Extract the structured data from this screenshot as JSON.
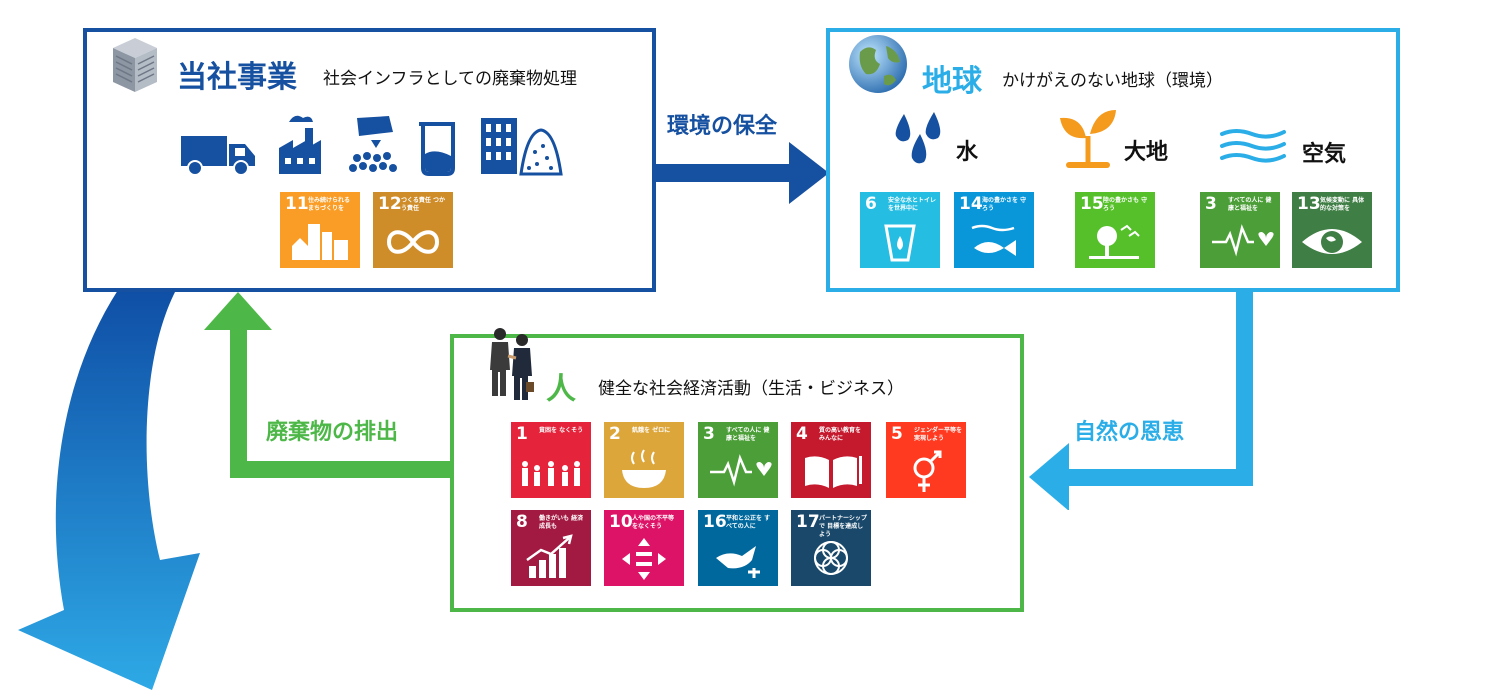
{
  "company": {
    "title": "当社事業",
    "subtitle": "社会インフラとしての廃棄物処理",
    "sdgs": [
      {
        "num": "11",
        "label": "住み続けられる まちづくりを",
        "color": "#F99D26"
      },
      {
        "num": "12",
        "label": "つくる責任 つかう責任",
        "color": "#CF8D2A"
      }
    ]
  },
  "earth": {
    "title": "地球",
    "subtitle": "かけがえのない地球（環境）",
    "categories": {
      "water": "水",
      "land": "大地",
      "air": "空気"
    },
    "sdgs": [
      {
        "num": "6",
        "label": "安全な水とトイレ を世界中に",
        "color": "#26BDE2"
      },
      {
        "num": "14",
        "label": "海の豊かさを 守ろう",
        "color": "#0A97D9"
      },
      {
        "num": "15",
        "label": "陸の豊かさも 守ろう",
        "color": "#56C02B"
      },
      {
        "num": "3",
        "label": "すべての人に 健康と福祉を",
        "color": "#4C9F38"
      },
      {
        "num": "13",
        "label": "気候変動に 具体的な対策を",
        "color": "#3F7E44"
      }
    ]
  },
  "people": {
    "title": "人",
    "subtitle": "健全な社会経済活動（生活・ビジネス）",
    "sdgs": [
      {
        "num": "1",
        "label": "貧困を なくそう",
        "color": "#E5243B"
      },
      {
        "num": "2",
        "label": "飢餓を ゼロに",
        "color": "#DDA63A"
      },
      {
        "num": "3",
        "label": "すべての人に 健康と福祉を",
        "color": "#4C9F38"
      },
      {
        "num": "4",
        "label": "質の高い教育を みんなに",
        "color": "#C5192D"
      },
      {
        "num": "5",
        "label": "ジェンダー平等を 実現しよう",
        "color": "#FF3A21"
      },
      {
        "num": "8",
        "label": "働きがいも 経済成長も",
        "color": "#A21942"
      },
      {
        "num": "10",
        "label": "人や国の不平等 をなくそう",
        "color": "#DD1367"
      },
      {
        "num": "16",
        "label": "平和と公正を すべての人に",
        "color": "#00689D"
      },
      {
        "num": "17",
        "label": "パートナーシップで 目標を達成しよう",
        "color": "#19486A"
      }
    ]
  },
  "arrows": {
    "conservation": "環境の保全",
    "blessings": "自然の恩恵",
    "waste": "廃棄物の排出"
  },
  "colors": {
    "company": "#1650A0",
    "earth": "#2BAEE8",
    "people": "#4DB848"
  }
}
